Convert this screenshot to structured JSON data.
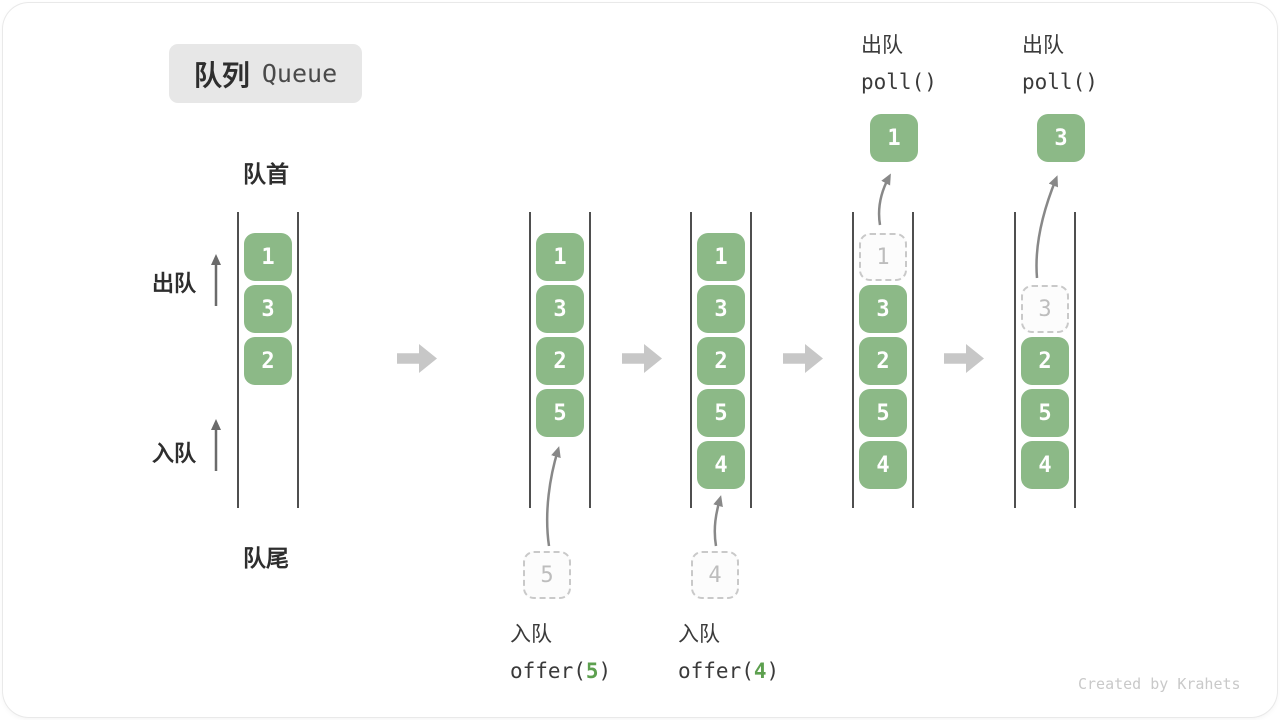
{
  "title": {
    "zh": "队列",
    "en": "Queue"
  },
  "labels": {
    "front": "队首",
    "rear": "队尾",
    "dequeue_side": "出队",
    "enqueue_side": "入队"
  },
  "colors": {
    "box_green": "#8CB987",
    "box_text": "#ffffff",
    "accent_green": "#5da04f",
    "dashed_border": "#c9c9c9",
    "wall_gray": "#4f4f4f",
    "block_arrow_gray": "#c7c7c7"
  },
  "states": [
    {
      "name": "initial",
      "boxes": [
        "1",
        "3",
        "2"
      ]
    },
    {
      "name": "enqueue-5",
      "boxes": [
        "1",
        "3",
        "2",
        "5"
      ],
      "staging": "5",
      "op": {
        "zh": "入队",
        "code_open": "offer(",
        "arg": "5",
        "code_close": ")"
      }
    },
    {
      "name": "enqueue-4",
      "boxes": [
        "1",
        "3",
        "2",
        "5",
        "4"
      ],
      "staging": "4",
      "op": {
        "zh": "入队",
        "code_open": "offer(",
        "arg": "4",
        "code_close": ")"
      }
    },
    {
      "name": "poll-1",
      "removed": "1",
      "boxes": [
        "3",
        "2",
        "5",
        "4"
      ],
      "polled": "1",
      "op": {
        "zh": "出队",
        "code": "poll()"
      }
    },
    {
      "name": "poll-3",
      "removed": "3",
      "boxes": [
        "2",
        "5",
        "4"
      ],
      "polled": "3",
      "op": {
        "zh": "出队",
        "code": "poll()"
      }
    }
  ],
  "watermark": "Created by Krahets"
}
